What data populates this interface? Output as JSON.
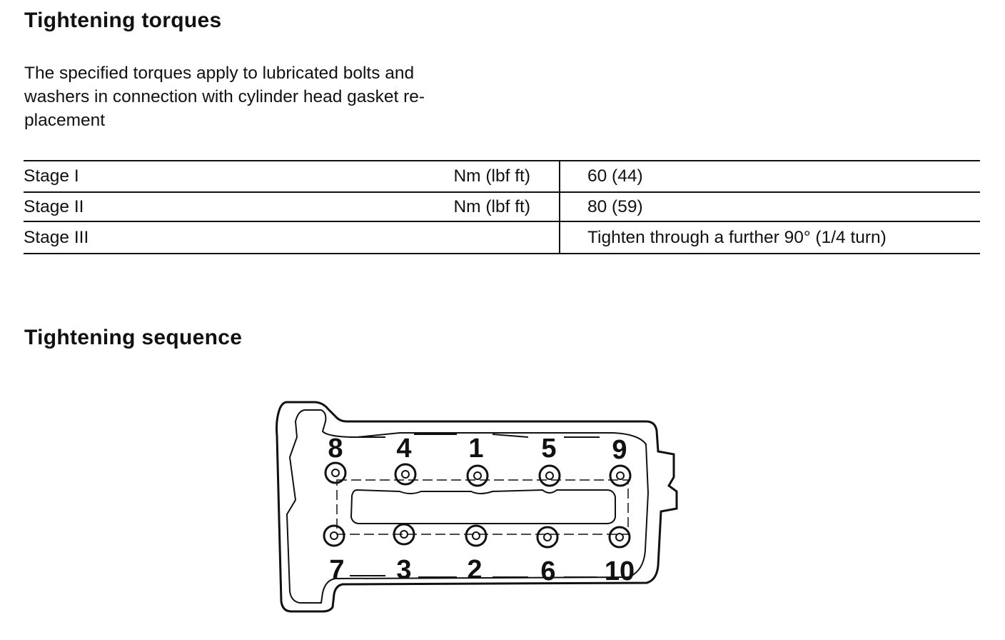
{
  "torques": {
    "heading": "Tightening torques",
    "intro_lines": [
      "The specified torques apply to lubricated bolts and",
      "washers in connection with cylinder head gasket re-",
      "placement"
    ],
    "rows": [
      {
        "stage": "Stage I",
        "unit": "Nm (lbf ft)",
        "value": "60 (44)"
      },
      {
        "stage": "Stage II",
        "unit": "Nm (lbf ft)",
        "value": "80 (59)"
      },
      {
        "stage": "Stage III",
        "unit": "",
        "value": "Tighten through a further 90° (1/4 turn)"
      }
    ]
  },
  "sequence": {
    "heading": "Tightening sequence",
    "top_numbers": [
      "8",
      "4",
      "1",
      "5",
      "9"
    ],
    "bottom_numbers": [
      "7",
      "3",
      "2",
      "6",
      "10"
    ]
  }
}
